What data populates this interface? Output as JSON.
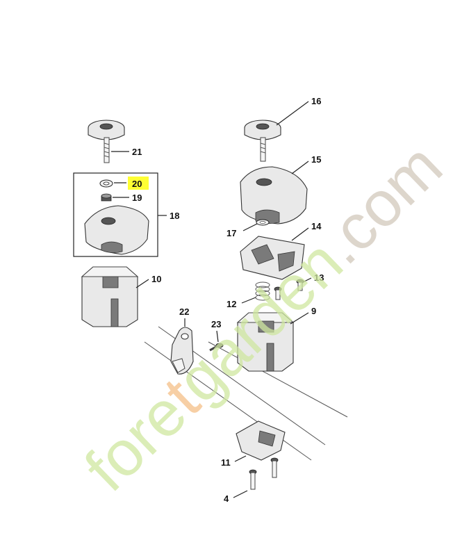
{
  "watermark": {
    "part1": "fore",
    "part2": "t",
    "part3": "garden",
    "part4": ".com",
    "colors": {
      "green": "#cfe7a0",
      "orange": "#f6c48f",
      "grey": "#d8cfc4"
    }
  },
  "highlight_color": "#ffff33",
  "parts": [
    {
      "id": "p21",
      "label": "21"
    },
    {
      "id": "p20",
      "label": "20",
      "highlighted": true
    },
    {
      "id": "p19",
      "label": "19"
    },
    {
      "id": "p18",
      "label": "18"
    },
    {
      "id": "p10",
      "label": "10"
    },
    {
      "id": "p16",
      "label": "16"
    },
    {
      "id": "p15",
      "label": "15"
    },
    {
      "id": "p17",
      "label": "17"
    },
    {
      "id": "p14",
      "label": "14"
    },
    {
      "id": "p13",
      "label": "13"
    },
    {
      "id": "p12",
      "label": "12"
    },
    {
      "id": "p9",
      "label": "9"
    },
    {
      "id": "p22",
      "label": "22"
    },
    {
      "id": "p23",
      "label": "23"
    },
    {
      "id": "p11",
      "label": "11"
    },
    {
      "id": "p4",
      "label": "4"
    }
  ]
}
